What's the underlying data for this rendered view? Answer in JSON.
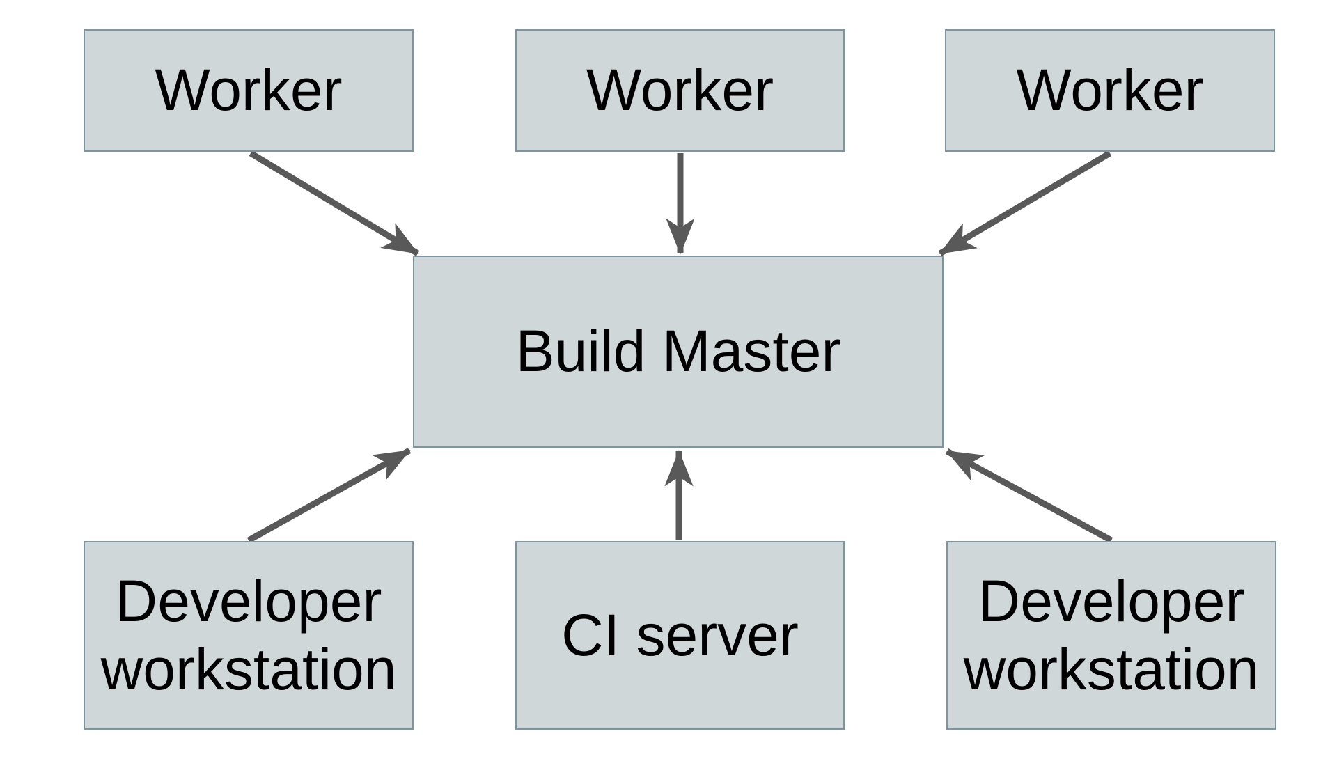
{
  "diagram": {
    "nodes": {
      "worker1": {
        "label": "Worker"
      },
      "worker2": {
        "label": "Worker"
      },
      "worker3": {
        "label": "Worker"
      },
      "build_master": {
        "label": "Build Master"
      },
      "dev_left": {
        "label": "Developer workstation"
      },
      "ci_server": {
        "label": "CI server"
      },
      "dev_right": {
        "label": "Developer workstation"
      }
    },
    "edges": [
      {
        "from": "worker1",
        "to": "build_master"
      },
      {
        "from": "worker2",
        "to": "build_master"
      },
      {
        "from": "worker3",
        "to": "build_master"
      },
      {
        "from": "dev_left",
        "to": "build_master"
      },
      {
        "from": "ci_server",
        "to": "build_master"
      },
      {
        "from": "dev_right",
        "to": "build_master"
      }
    ],
    "colors": {
      "node_fill": "#cfd7d9",
      "node_border": "#7b96a2",
      "arrow": "#595959",
      "text": "#000000",
      "background": "#ffffff"
    }
  }
}
